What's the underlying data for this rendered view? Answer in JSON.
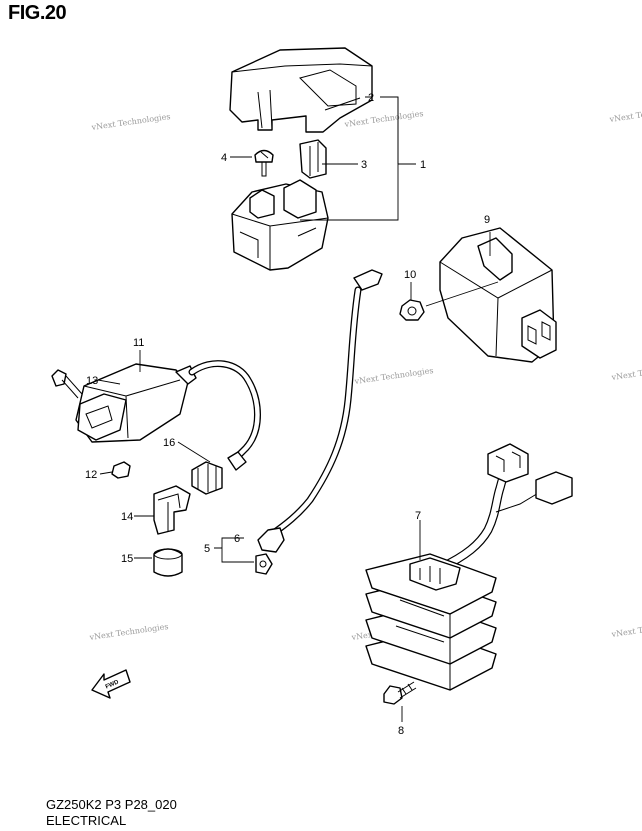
{
  "figure": {
    "title": "FIG.20"
  },
  "footer": {
    "model_code": "GZ250K2 P3 P28_020",
    "section": "ELECTRICAL"
  },
  "watermark": {
    "text": "vNext Technologies"
  },
  "callouts": {
    "c1": "1",
    "c2": "2",
    "c3": "3",
    "c4": "4",
    "c5": "5",
    "c6": "6",
    "c7": "7",
    "c8": "8",
    "c9": "9",
    "c10": "10",
    "c11": "11",
    "c12": "12",
    "c13": "13",
    "c14": "14",
    "c15": "15",
    "c16": "16"
  },
  "direction_arrow": {
    "label": "FWD"
  }
}
